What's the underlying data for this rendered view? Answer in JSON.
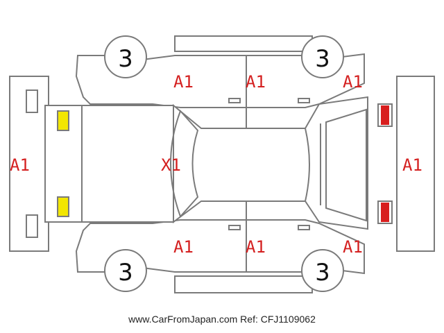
{
  "colors": {
    "damage_mark": "#d42020",
    "front_lamp": "#f2e600",
    "rear_lamp": "#d81e1e",
    "outline": "#7a7a7a"
  },
  "marks": {
    "front_bumper": "A1",
    "hood": "X1",
    "rear_bumper": "A1",
    "top_front_fender": "A1",
    "top_front_door": "A1",
    "top_rear_quarter": "A1",
    "bottom_front_fender": "A1",
    "bottom_front_door": "A1",
    "bottom_rear_quarter": "A1"
  },
  "wheels": {
    "top_left": "3",
    "top_right": "3",
    "bottom_left": "3",
    "bottom_right": "3"
  },
  "footer": "www.CarFromJapan.com Ref: CFJ1109062"
}
